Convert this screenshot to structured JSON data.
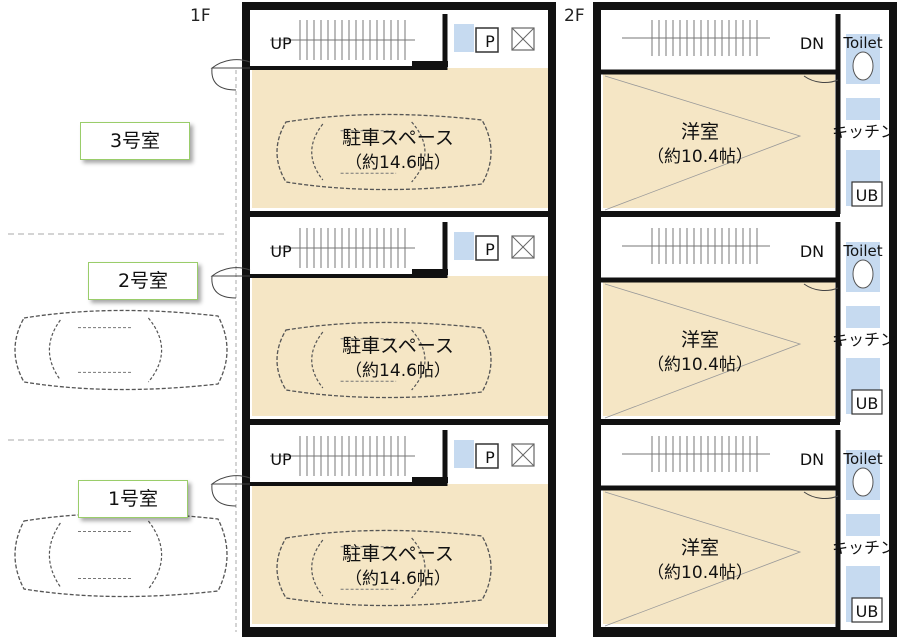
{
  "floor_labels": {
    "first": "1F",
    "second": "2F"
  },
  "room_tags": [
    "3号室",
    "2号室",
    "1号室"
  ],
  "first_floor": {
    "stair_label": "UP",
    "meter_label": "P",
    "parking_title": "駐車スペース",
    "parking_size": "（約14.6帖）"
  },
  "second_floor": {
    "stair_label": "DN",
    "toilet_label": "Toilet",
    "kitchen_label": "キッチン",
    "bath_label": "UB",
    "room_title": "洋室",
    "room_size": "（約10.4帖）"
  },
  "colors": {
    "floor_fill": "#f5e6c5",
    "wall": "#111111",
    "utility_blue": "#c6daf0",
    "tag_border": "#9acd6a"
  },
  "units": [
    {
      "id": "unit-3",
      "tag": "3号室"
    },
    {
      "id": "unit-2",
      "tag": "2号室"
    },
    {
      "id": "unit-1",
      "tag": "1号室"
    }
  ]
}
